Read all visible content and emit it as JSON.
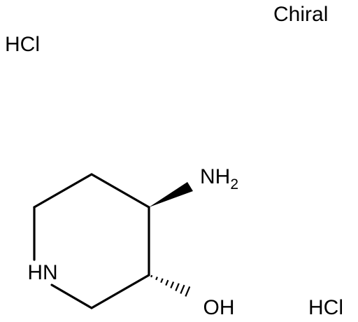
{
  "labels": {
    "chiral": "Chiral",
    "hcl_top": "HCl",
    "hcl_bottom": "HCl",
    "nh2_main": "NH",
    "nh2_sub": "2",
    "nh": "HN",
    "oh": "OH"
  },
  "colors": {
    "ink": "#000000",
    "background": "#ffffff"
  }
}
